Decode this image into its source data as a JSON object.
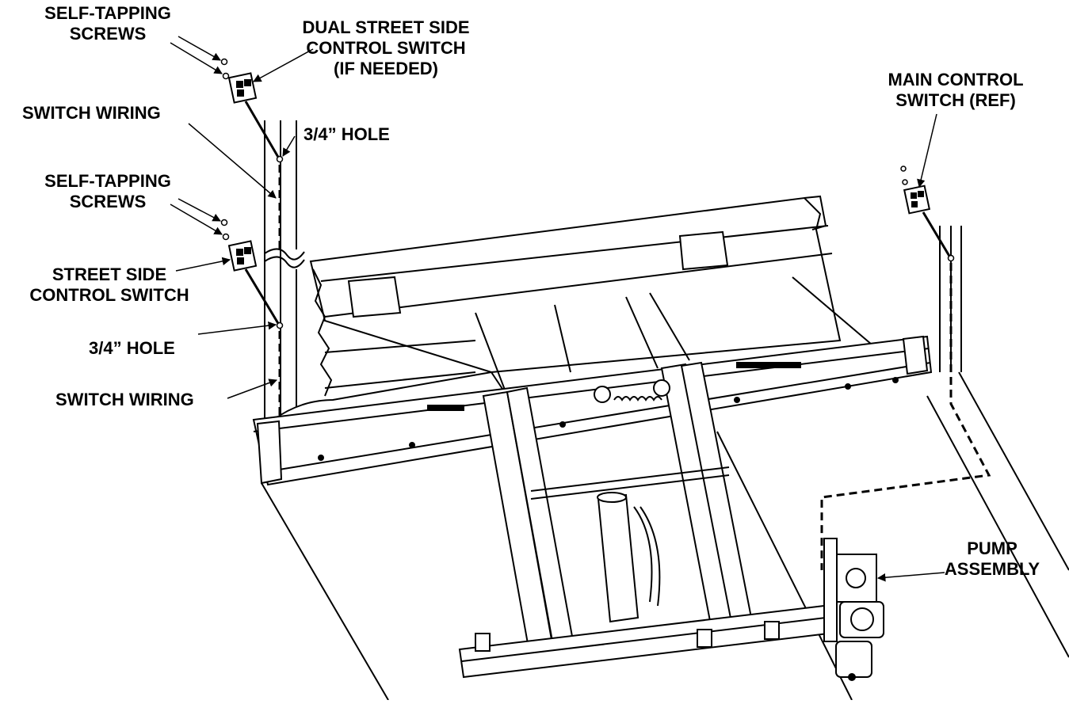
{
  "labels": {
    "self_tapping_screws_top": [
      "SELF-TAPPING",
      "SCREWS"
    ],
    "dual_street_side_switch": [
      "DUAL STREET SIDE",
      "CONTROL SWITCH",
      "(IF NEEDED)"
    ],
    "switch_wiring_top": "SWITCH WIRING",
    "hole_top": "3/4” HOLE",
    "self_tapping_screws_mid": [
      "SELF-TAPPING",
      "SCREWS"
    ],
    "street_side_switch": [
      "STREET SIDE",
      "CONTROL SWITCH"
    ],
    "hole_bottom": "3/4” HOLE",
    "switch_wiring_bottom": "SWITCH WIRING",
    "main_control_switch": [
      "MAIN CONTROL",
      "SWITCH (REF)"
    ],
    "pump_assembly": [
      "PUMP",
      "ASSEMBLY"
    ]
  },
  "colors": {
    "ink": "#000000",
    "paper": "#ffffff",
    "shade": "#d9d9d9",
    "shade_dark": "#bdbdbd"
  }
}
